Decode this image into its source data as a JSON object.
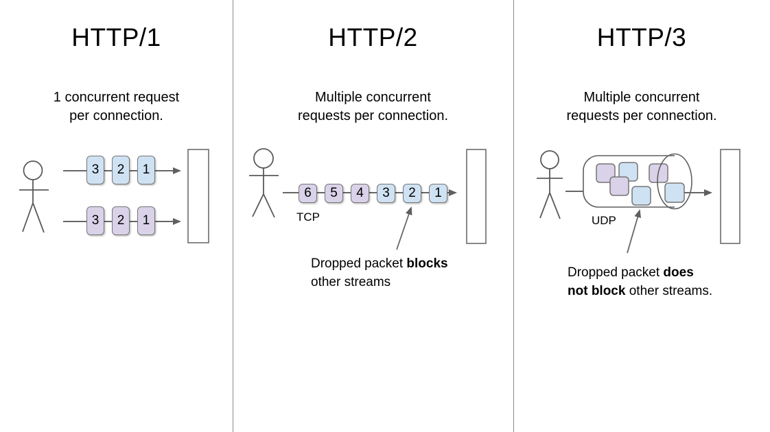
{
  "colors": {
    "packet_blue": "#cfe2f3",
    "packet_purple": "#d9d2e9",
    "stroke_gray": "#666666",
    "background": "#ffffff"
  },
  "columns": [
    {
      "title": "HTTP/1",
      "subtitle": "1 concurrent request\nper connection.",
      "streams": [
        {
          "color": "blue",
          "packets": [
            "3",
            "2",
            "1"
          ]
        },
        {
          "color": "purple",
          "packets": [
            "3",
            "2",
            "1"
          ]
        }
      ]
    },
    {
      "title": "HTTP/2",
      "subtitle": "Multiple concurrent\nrequests per connection.",
      "protocol_label": "TCP",
      "packets": [
        {
          "label": "6",
          "color": "purple"
        },
        {
          "label": "5",
          "color": "purple"
        },
        {
          "label": "4",
          "color": "purple"
        },
        {
          "label": "3",
          "color": "blue"
        },
        {
          "label": "2",
          "color": "blue"
        },
        {
          "label": "1",
          "color": "blue"
        }
      ],
      "annotation": {
        "line1": {
          "normal": "Dropped packet ",
          "bold": "blocks"
        },
        "line2": {
          "bold": "",
          "normal": "other streams"
        }
      }
    },
    {
      "title": "HTTP/3",
      "subtitle": "Multiple concurrent\nrequests per connection.",
      "protocol_label": "UDP",
      "tunnel_packets": [
        "purple",
        "blue",
        "purple",
        "blue",
        "purple",
        "blue"
      ],
      "annotation": {
        "line1": {
          "normal": "Dropped packet ",
          "bold": "does"
        },
        "line2": {
          "bold": "not block",
          "normal": " other streams."
        }
      }
    }
  ]
}
